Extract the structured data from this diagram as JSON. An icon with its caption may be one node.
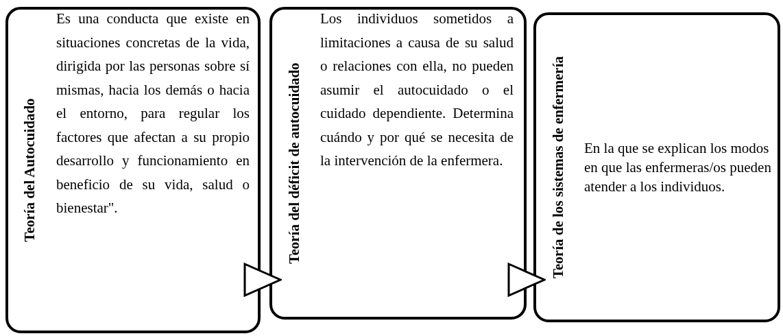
{
  "diagram": {
    "nodes": [
      {
        "text": [
          "Teoría del Autocuidado",
          "Es una conducta que existe en situaciones concretas de la vida, dirigida por las personas sobre sí mismas, hacia los demás o hacia el entorno, para regular los factores que afectan a su propio desarrollo y funcionamiento en beneficio de su vida, salud o bienestar\"."
        ]
      },
      {
        "text": [
          "Teoría del déficit de autocuidado",
          "Los individuos sometidos a limitaciones a causa de su salud o relaciones con ella, no pueden asumir el autocuidado o el cuidado dependiente. Determina cuándo y por qué se necesita de la intervención de la enfermera."
        ]
      },
      {
        "text": [
          "Teoría de los sistemas de enfermería",
          "En la que se explican los modos en que las enfermeras/os pueden atender a los individuos."
        ]
      }
    ],
    "edges": [
      {
        "from": 0,
        "to": 1,
        "arrow": "to"
      },
      {
        "from": 1,
        "to": 2,
        "arrow": "to"
      }
    ]
  }
}
